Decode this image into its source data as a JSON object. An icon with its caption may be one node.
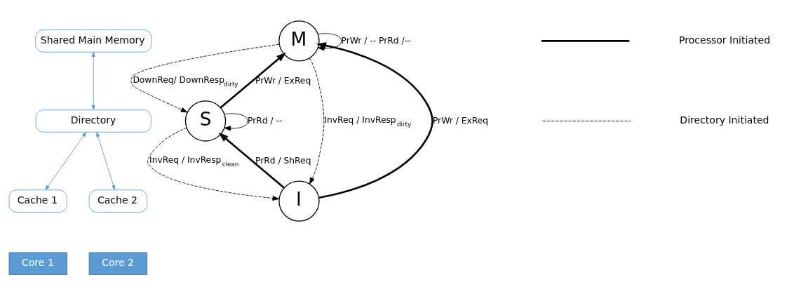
{
  "diagram": {
    "nodes": [
      {
        "text": [
          "Shared Main Memory"
        ]
      },
      {
        "text": [
          "Directory"
        ]
      },
      {
        "text": [
          "Cache 1"
        ]
      },
      {
        "text": [
          "Cache 2"
        ]
      },
      {
        "text": [
          "Core 1"
        ]
      },
      {
        "text": [
          "Core 2"
        ]
      },
      {
        "text": [
          "M"
        ]
      },
      {
        "text": [
          "S"
        ]
      },
      {
        "text": [
          "I"
        ]
      }
    ],
    "edges": [
      {
        "from": 0,
        "to": 1,
        "arrow": "both",
        "color": "#5b9bd5"
      },
      {
        "from": 1,
        "to": 2,
        "arrow": "both",
        "color": "#5b9bd5"
      },
      {
        "from": 1,
        "to": 3,
        "arrow": "both",
        "color": "#5b9bd5"
      },
      {
        "from": 6,
        "to": 6,
        "arrow": "to",
        "label": "PrWr / -- PrRd /--"
      },
      {
        "from": 6,
        "to": 7,
        "arrow": "to",
        "style": "dashed",
        "label": "DownReq/ DownResp$_{dirty}$"
      },
      {
        "from": 7,
        "to": 6,
        "arrow": "to",
        "style": "thick",
        "label": "PrWr / ExReq"
      },
      {
        "from": 8,
        "to": 6,
        "arrow": "to",
        "style": "thick",
        "label": "PrWr / ExReq"
      },
      {
        "from": 6,
        "to": 8,
        "arrow": "to",
        "style": "dashed",
        "label": "InvReq / InvResp$_{dirty}$"
      },
      {
        "from": 7,
        "to": 8,
        "arrow": "to",
        "style": "dashed",
        "label": "InvReq / InvResp$_{clean}$"
      },
      {
        "from": 8,
        "to": 7,
        "arrow": "to",
        "style": "thick",
        "label": "PrRd / ShReq"
      },
      {
        "from": 7,
        "to": 7,
        "arrow": "to",
        "label": "PrRd / --"
      }
    ],
    "legend": [
      {
        "text": "Processor Initiated"
      },
      {
        "text": "Directory Initiated"
      }
    ]
  }
}
